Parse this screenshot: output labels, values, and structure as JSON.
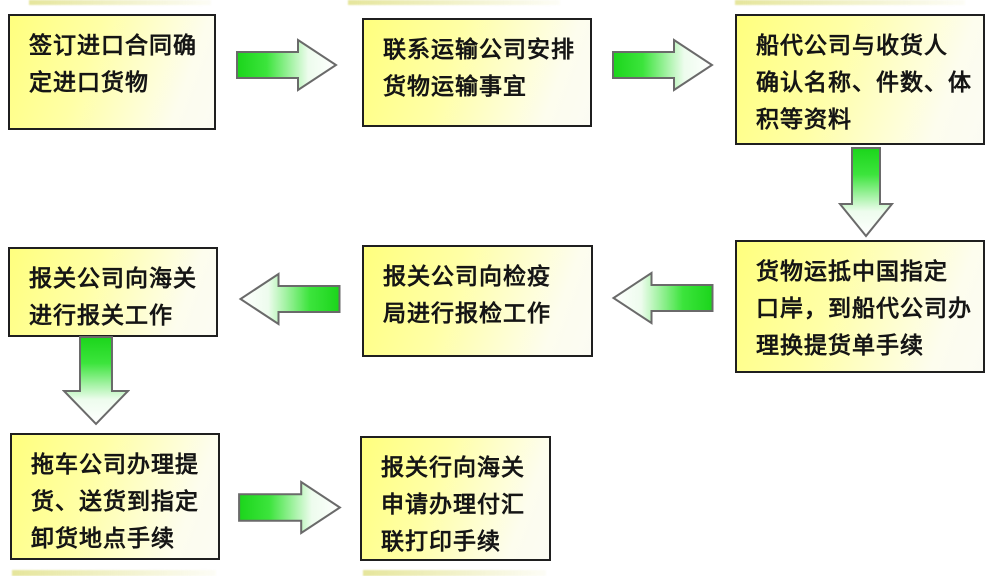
{
  "flowchart": {
    "description_name": "import-customs-process-flowchart",
    "steps": [
      {
        "order": 1,
        "text": "签订进口合同确\n定进口货物"
      },
      {
        "order": 2,
        "text": "联系运输公司安排\n货物运输事宜"
      },
      {
        "order": 3,
        "text": "船代公司与收货人\n确认名称、件数、体\n积等资料"
      },
      {
        "order": 4,
        "text": "货物运抵中国指定\n口岸，到船代公司办\n理换提货单手续"
      },
      {
        "order": 5,
        "text": "报关公司向检疫\n局进行报检工作"
      },
      {
        "order": 6,
        "text": "报关公司向海关\n进行报关工作"
      },
      {
        "order": 7,
        "text": "拖车公司办理提\n货、送货到指定\n卸货地点手续"
      },
      {
        "order": 8,
        "text": "报关行向海关\n申请办理付汇\n联打印手续"
      }
    ],
    "arrows": [
      {
        "from": 1,
        "to": 2,
        "direction": "right"
      },
      {
        "from": 2,
        "to": 3,
        "direction": "right"
      },
      {
        "from": 3,
        "to": 4,
        "direction": "down"
      },
      {
        "from": 4,
        "to": 5,
        "direction": "left"
      },
      {
        "from": 5,
        "to": 6,
        "direction": "left"
      },
      {
        "from": 6,
        "to": 7,
        "direction": "down"
      },
      {
        "from": 7,
        "to": 8,
        "direction": "right"
      }
    ],
    "colors": {
      "background": "#FFFFFF",
      "box_fill_yellow": "#FFFF7E",
      "box_fill_fade": "#FBFBF3",
      "box_border": "#1F1F1F",
      "arrow_green": "#1BD51B",
      "arrow_tip_white": "#FFFFFF",
      "arrow_outline": "#6A6A6A",
      "text": "#151515"
    }
  }
}
